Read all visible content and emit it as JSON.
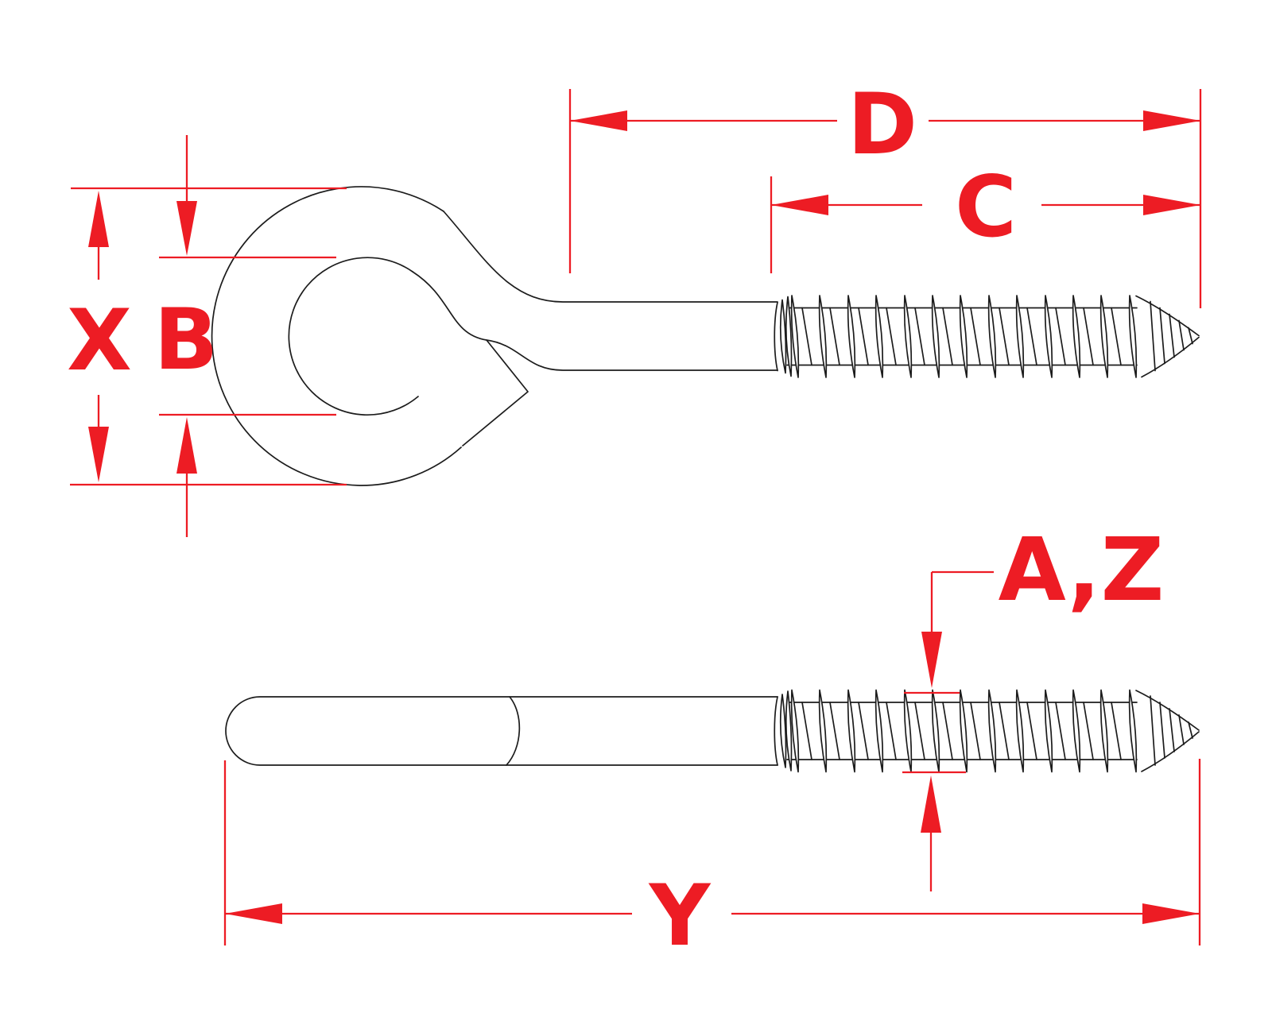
{
  "drawing": {
    "kind": "technical-dimension-drawing",
    "dimensions": {
      "d": "D",
      "c": "C",
      "x": "X",
      "b": "B",
      "a_z": "A,Z",
      "y": "Y"
    },
    "colors": {
      "dimension_red": "#ED1C24",
      "outline_dark": "#1C1C1C",
      "background": "#FFFFFF"
    }
  }
}
